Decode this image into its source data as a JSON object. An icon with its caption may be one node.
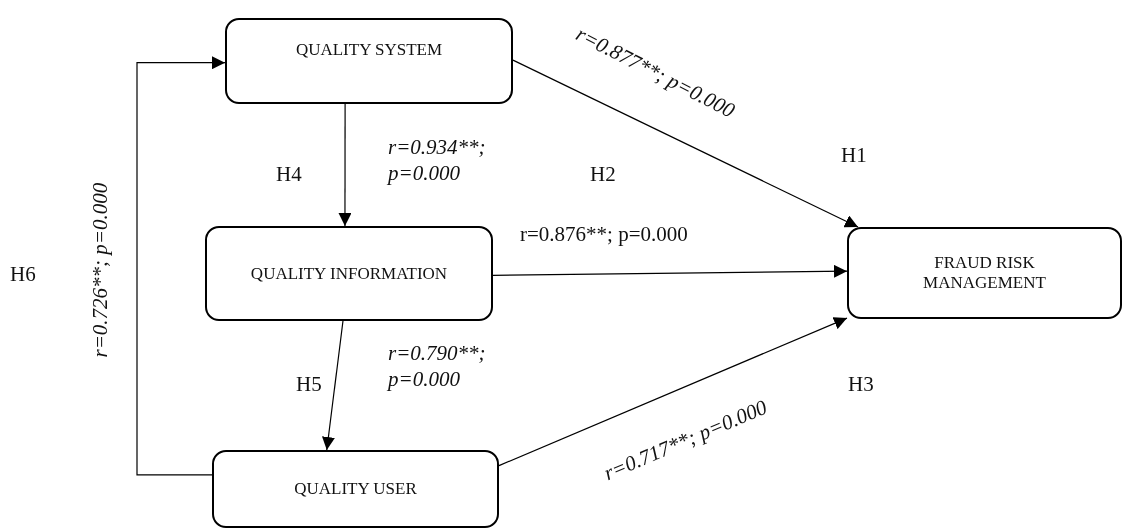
{
  "diagram": {
    "nodes": [
      {
        "text": [
          "QUALITY SYSTEM"
        ]
      },
      {
        "text": [
          "QUALITY INFORMATION"
        ]
      },
      {
        "text": [
          "QUALITY USER"
        ]
      },
      {
        "text": [
          "FRAUD RISK MANAGEMENT"
        ]
      }
    ],
    "edges": [
      {
        "from": 0,
        "to": 3,
        "arrow": "to",
        "label": "r=0.877**; p=0.000"
      },
      {
        "from": 0,
        "to": 1,
        "arrow": "to",
        "label": "r=0.934**; p=0.000"
      },
      {
        "from": 1,
        "to": 3,
        "arrow": "to",
        "label": "r=0.876**; p=0.000"
      },
      {
        "from": 1,
        "to": 2,
        "arrow": "to",
        "label": "r=0.790**; p=0.000"
      },
      {
        "from": 2,
        "to": 3,
        "arrow": "to",
        "label": "r=0.717**; p=0.000"
      },
      {
        "from": 2,
        "to": 0,
        "arrow": "to",
        "label": "r=0.726**; p=0.000"
      }
    ],
    "labels": [
      "H1",
      "H4",
      "H2",
      "H6",
      "H5",
      "H3"
    ]
  }
}
